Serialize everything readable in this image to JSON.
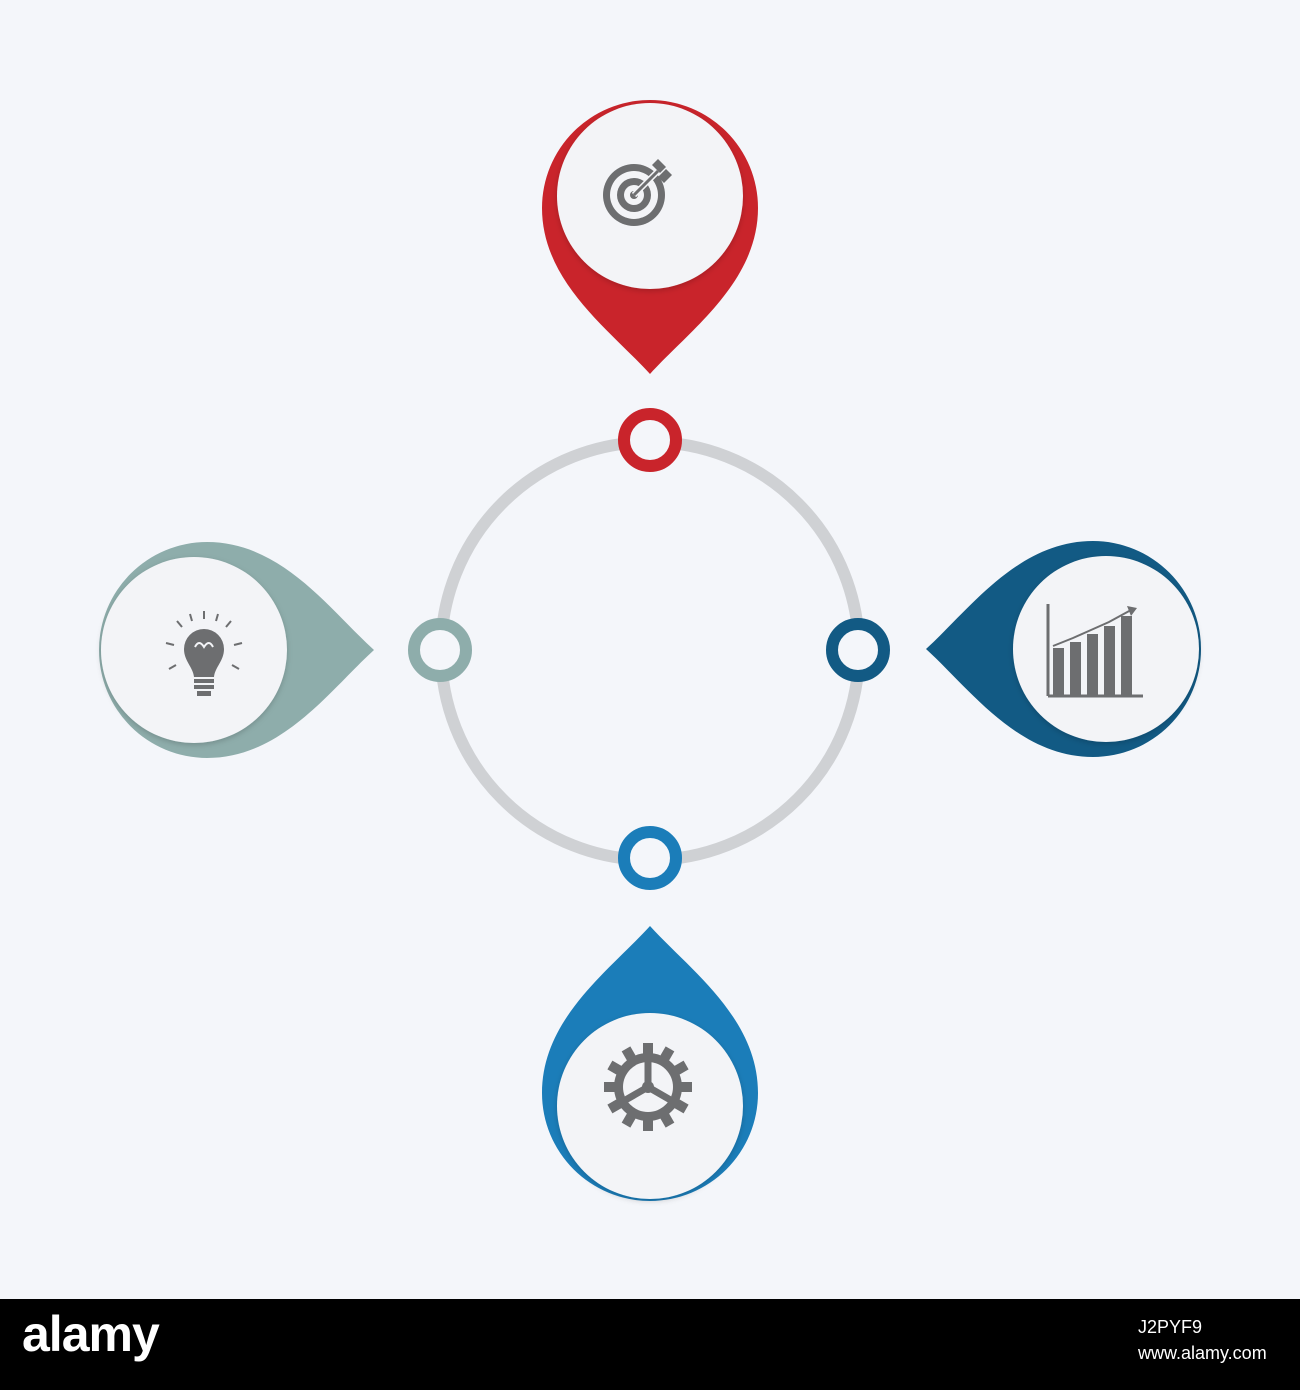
{
  "diagram": {
    "colors": {
      "background": "#f4f6fa",
      "ring": "#cfd1d4",
      "top": "#c9242b",
      "right": "#125a84",
      "bottom": "#1b7db9",
      "left": "#8eadab",
      "icon": "#6d6e70",
      "inner_fill": "#f3f4f7"
    },
    "nodes": [
      {
        "position": "top",
        "icon": "target-icon"
      },
      {
        "position": "right",
        "icon": "bar-chart-icon"
      },
      {
        "position": "bottom",
        "icon": "gear-icon"
      },
      {
        "position": "left",
        "icon": "lightbulb-icon"
      }
    ]
  },
  "footer": {
    "logo": "alamy",
    "image_id": "J2PYF9",
    "site": "www.alamy.com"
  }
}
